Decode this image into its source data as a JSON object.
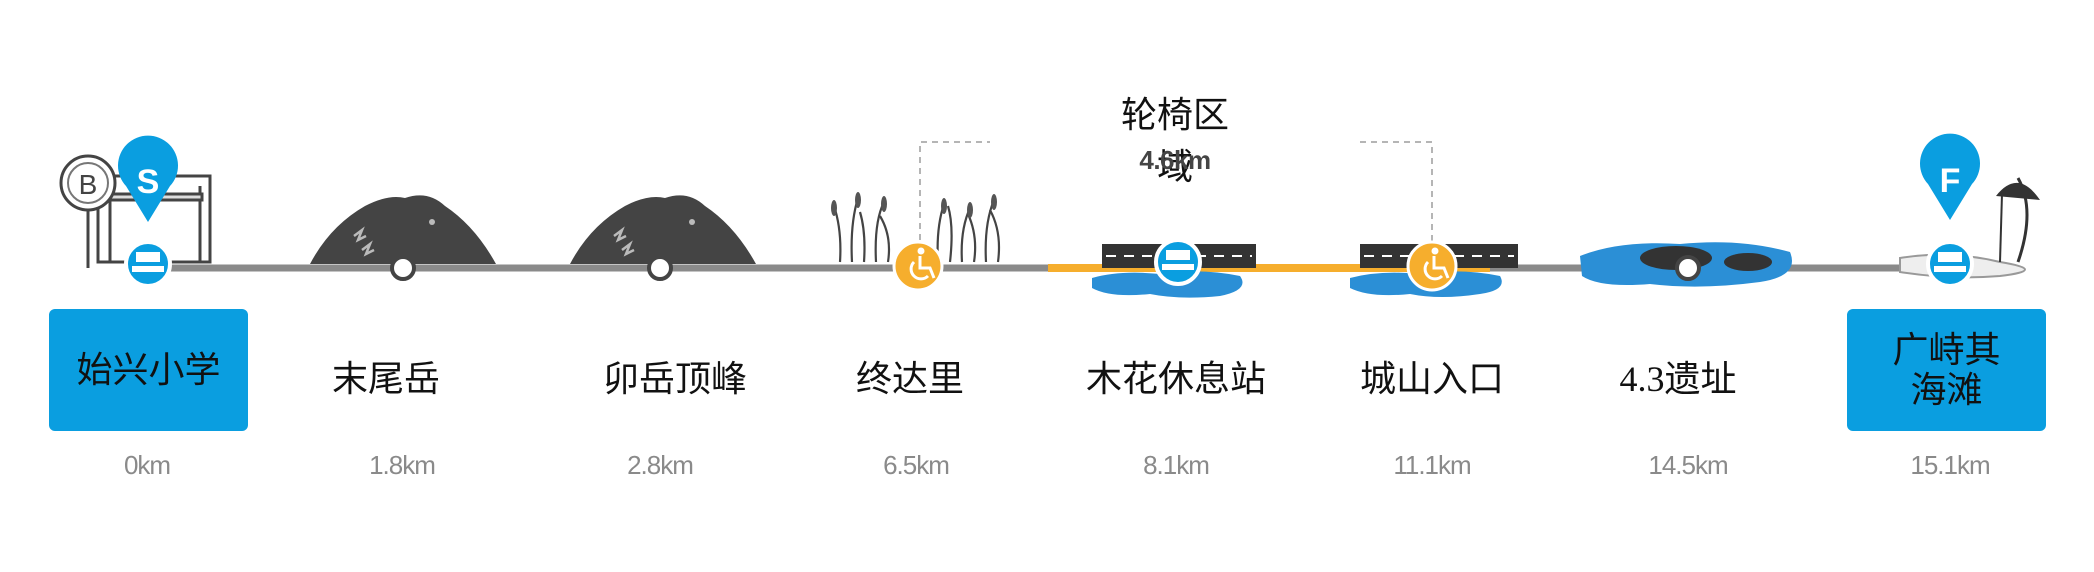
{
  "wheelchair_zone": {
    "label": "轮椅区域",
    "distance": "4.6km"
  },
  "markers": {
    "start": "S",
    "finish": "F",
    "bus": "B"
  },
  "stops": [
    {
      "name": "始兴小学",
      "distance": "0km",
      "highlight": true
    },
    {
      "name": "末尾岳",
      "distance": "1.8km",
      "highlight": false
    },
    {
      "name": "卯岳顶峰",
      "distance": "2.8km",
      "highlight": false
    },
    {
      "name": "终达里",
      "distance": "6.5km",
      "highlight": false
    },
    {
      "name": "木花休息站",
      "distance": "8.1km",
      "highlight": false
    },
    {
      "name": "城山入口",
      "distance": "11.1km",
      "highlight": false
    },
    {
      "name": "4.3遗址",
      "distance": "14.5km",
      "highlight": false
    },
    {
      "name": "广峙其\n海滩",
      "distance": "15.1km",
      "highlight": true
    }
  ],
  "colors": {
    "accent": "#0a9ee0",
    "wheelchair": "#f6ae2d",
    "track": "#8a8a8a",
    "water": "#2b8fd6"
  },
  "icons": [
    "bus-stop-icon",
    "pin-start-icon",
    "mountain-icon",
    "reeds-icon",
    "wheelchair-icon",
    "road-icon",
    "water-icon",
    "rock-icon",
    "parasol-icon",
    "pin-finish-icon",
    "station-icon"
  ]
}
